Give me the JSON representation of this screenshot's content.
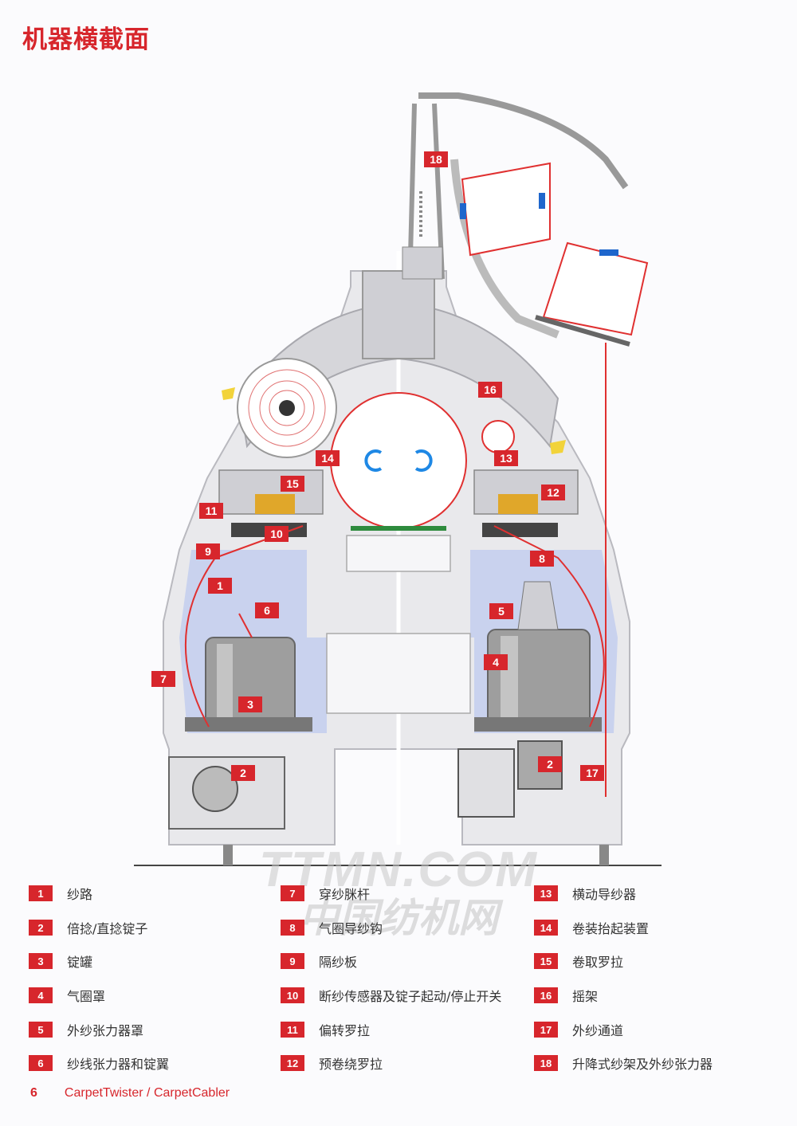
{
  "title": "机器横截面",
  "legend": [
    {
      "num": "1",
      "label": "纱路"
    },
    {
      "num": "2",
      "label": "倍捻/直捻锭子"
    },
    {
      "num": "3",
      "label": "锭罐"
    },
    {
      "num": "4",
      "label": "气圈罩"
    },
    {
      "num": "5",
      "label": "外纱张力器罩"
    },
    {
      "num": "6",
      "label": "纱线张力器和锭翼"
    },
    {
      "num": "7",
      "label": "穿纱脒杆"
    },
    {
      "num": "8",
      "label": "气圈导纱钩"
    },
    {
      "num": "9",
      "label": "隔纱板"
    },
    {
      "num": "10",
      "label": "断纱传感器及锭子起动/停止开关"
    },
    {
      "num": "11",
      "label": "偏转罗拉"
    },
    {
      "num": "12",
      "label": "预卷绕罗拉"
    },
    {
      "num": "13",
      "label": "横动导纱器"
    },
    {
      "num": "14",
      "label": "卷装抬起装置"
    },
    {
      "num": "15",
      "label": "卷取罗拉"
    },
    {
      "num": "16",
      "label": "摇架"
    },
    {
      "num": "17",
      "label": "外纱通道"
    },
    {
      "num": "18",
      "label": "升降式纱架及外纱张力器"
    }
  ],
  "diagram_markers": [
    "1",
    "2",
    "3",
    "4",
    "5",
    "6",
    "7",
    "8",
    "9",
    "10",
    "11",
    "12",
    "13",
    "14",
    "15",
    "16",
    "17",
    "18",
    "2"
  ],
  "footer": {
    "page": "6",
    "text": "CarpetTwister / CarpetCabler"
  },
  "watermark": {
    "line1": "TTMN.COM",
    "line2": "中国纺机网"
  },
  "colors": {
    "accent": "#d7262c",
    "balloon": "#c9d2ee",
    "metal": "#b8b8b8",
    "yarn": "#e03030"
  }
}
